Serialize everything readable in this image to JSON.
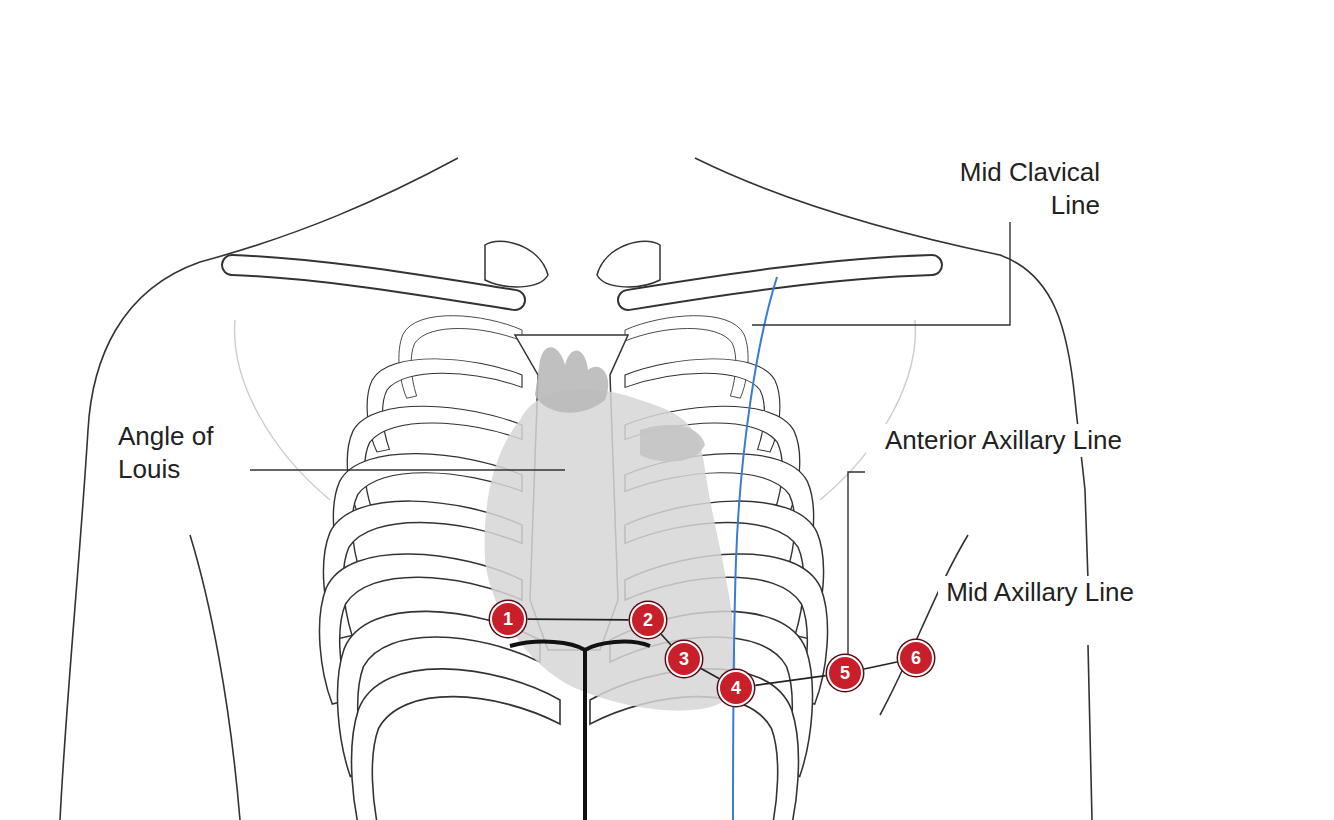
{
  "diagram": {
    "nodes": [
      {
        "text": [
          "1"
        ]
      },
      {
        "text": [
          "2"
        ]
      },
      {
        "text": [
          "3"
        ]
      },
      {
        "text": [
          "4"
        ]
      },
      {
        "text": [
          "5"
        ]
      },
      {
        "text": [
          "6"
        ]
      }
    ],
    "edges": [
      {
        "from": 0,
        "to": 1,
        "arrow": "none"
      },
      {
        "from": 1,
        "to": 2,
        "arrow": "none"
      },
      {
        "from": 2,
        "to": 3,
        "arrow": "none"
      },
      {
        "from": 3,
        "to": 4,
        "arrow": "none"
      },
      {
        "from": 4,
        "to": 5,
        "arrow": "none"
      }
    ],
    "labels": [
      "Mid Clavical Line",
      "Angle of Louis",
      "Anterior Axillary Line",
      "Mid Axillary Line"
    ]
  }
}
